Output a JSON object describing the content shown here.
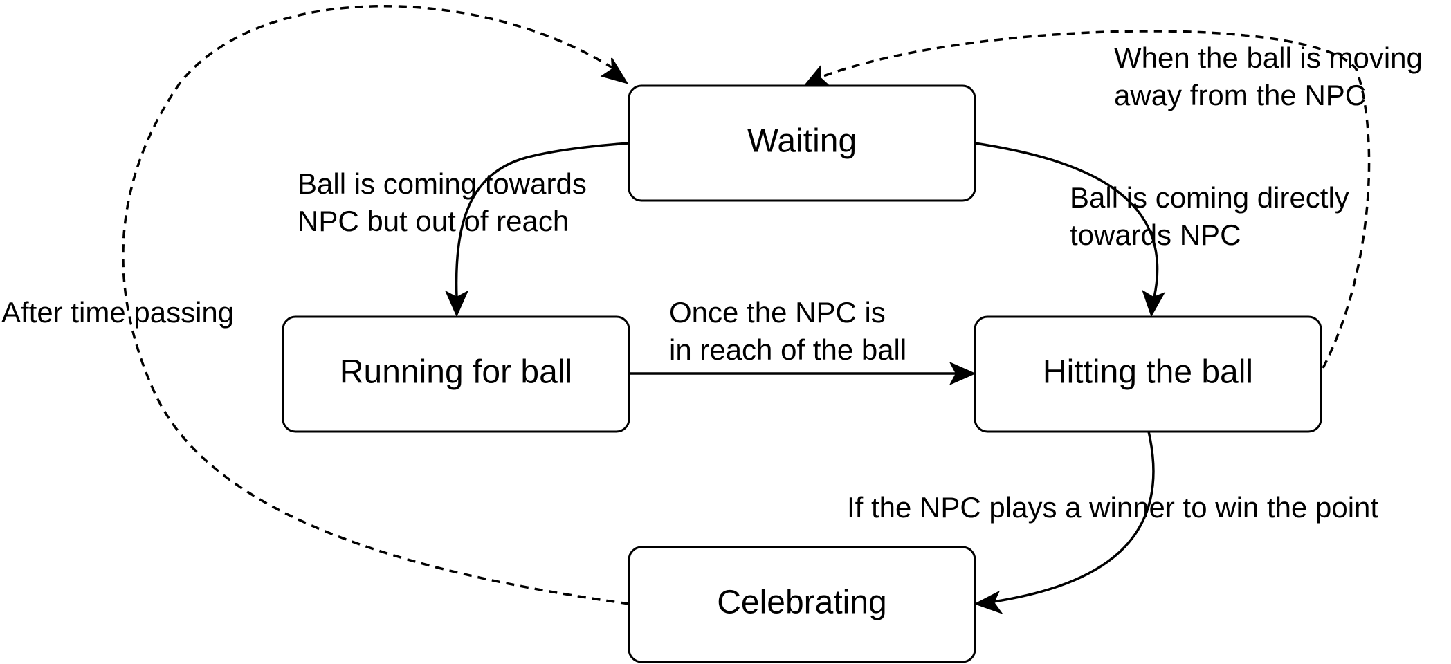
{
  "states": {
    "waiting": "Waiting",
    "running": "Running for ball",
    "hitting": "Hitting the ball",
    "celebrating": "Celebrating"
  },
  "transitions": {
    "waiting_to_running": [
      "Ball is coming towards",
      "NPC but out of reach"
    ],
    "waiting_to_hitting": [
      "Ball is coming directly",
      "towards NPC"
    ],
    "running_to_hitting": [
      "Once the NPC is",
      "in reach of the ball"
    ],
    "hitting_to_waiting": [
      "When the ball is moving",
      "away from the NPC"
    ],
    "hitting_to_celebrating": [
      "If the NPC plays a winner to win the point"
    ],
    "celebrating_to_waiting": [
      "After time passing"
    ]
  },
  "colors": {
    "stroke": "#000000",
    "background": "#ffffff"
  }
}
